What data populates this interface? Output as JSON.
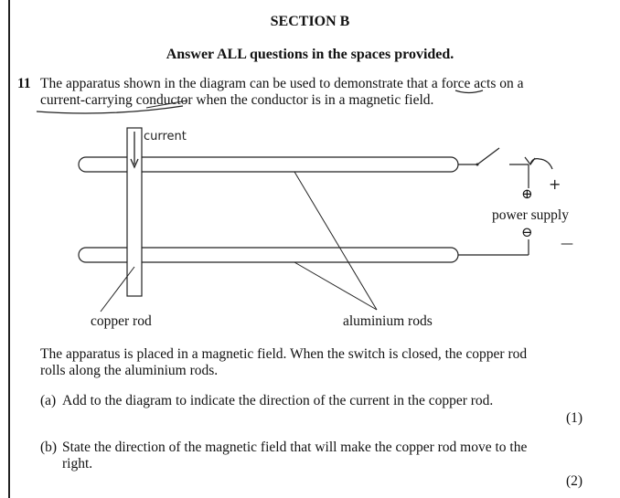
{
  "page": {
    "section_title": "SECTION B",
    "instruction": "Answer ALL questions in the spaces provided."
  },
  "question": {
    "number": "11",
    "stem_line1": "The apparatus shown in the diagram can be used to demonstrate that a force acts on a",
    "stem_line2": "current-carrying conductor when the conductor is in a magnetic field."
  },
  "diagram": {
    "label_copper": "copper rod",
    "label_aluminium": "aluminium rods",
    "label_power": "power supply",
    "terminal_positive": "⊕",
    "terminal_negative": "⊖",
    "handwritten_current": "current",
    "handwritten_plus": "+",
    "handwritten_minus": "—"
  },
  "body": {
    "paragraph_line1": "The apparatus is placed in a magnetic field.  When the switch is closed, the copper rod",
    "paragraph_line2": "rolls along the aluminium rods."
  },
  "parts": [
    {
      "label": "(a)",
      "text_line1": "Add to the diagram to indicate the direction of the current in the copper rod.",
      "text_line2": "",
      "marks": "(1)"
    },
    {
      "label": "(b)",
      "text_line1": "State the direction of the magnetic field that will make the copper rod move to the",
      "text_line2": "right.",
      "marks": "(2)"
    }
  ]
}
